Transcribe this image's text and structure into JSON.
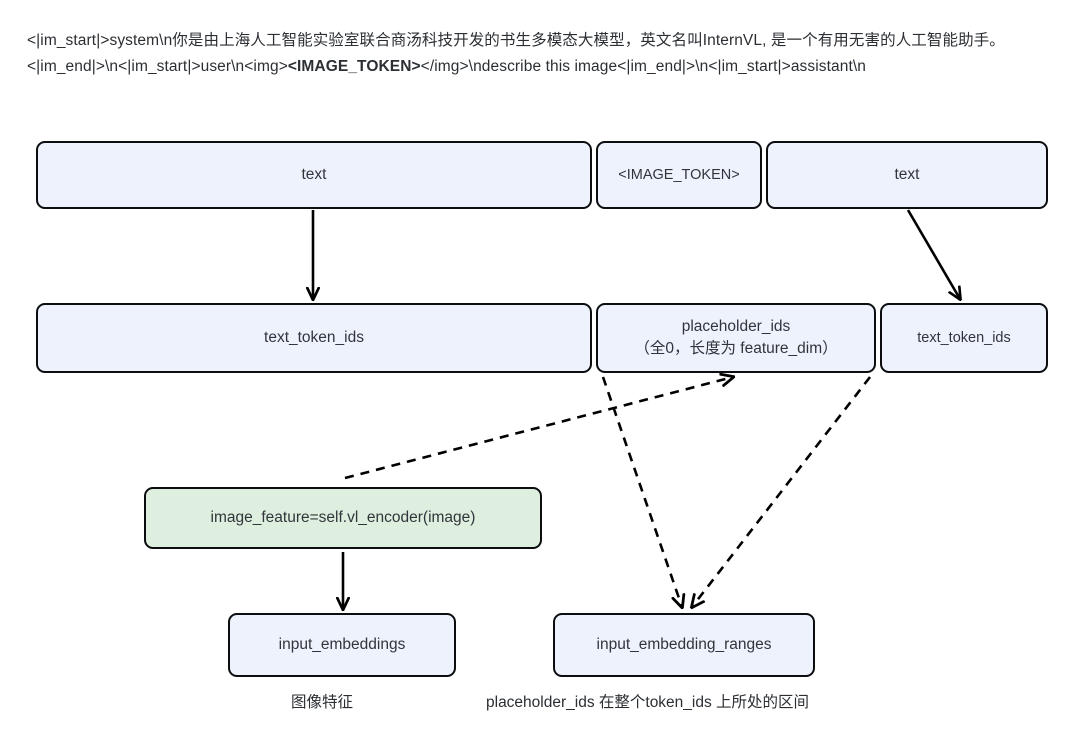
{
  "prompt": {
    "segments": [
      {
        "text": "<|im_start|>system\\n你是由上海人工智能实验室联合商汤科技开发的书生多模态大模型，英文名叫InternVL, 是一个有用无害的人工智能助手。<|im_end|>\\n<|im_start|>user\\n<img>",
        "bold": false
      },
      {
        "text": "<IMAGE_TOKEN>",
        "bold": true
      },
      {
        "text": "</img>\\ndescribe this image<|im_end|>\\n<|im_start|>assistant\\n",
        "bold": false
      }
    ],
    "full_text": "<|im_start|>system\\n你是由上海人工智能实验室联合商汤科技开发的书生多模态大模型，英文名叫InternVL, 是一个有用无害的人工智能助手。<|im_end|>\\n<|im_start|>user\\n<img><IMAGE_TOKEN></img>\\ndescribe this image<|im_end|>\\n<|im_start|>assistant\\n"
  },
  "nodes": {
    "row1": [
      {
        "id": "text-left",
        "label": "text"
      },
      {
        "id": "image-token",
        "label": "<IMAGE_TOKEN>"
      },
      {
        "id": "text-right",
        "label": "text"
      }
    ],
    "row2": [
      {
        "id": "text-token-ids-left",
        "label": "text_token_ids",
        "sublabel": ""
      },
      {
        "id": "placeholder-ids",
        "label": "placeholder_ids",
        "sublabel": "（全0，长度为 feature_dim）"
      },
      {
        "id": "text-token-ids-right",
        "label": "text_token_ids",
        "sublabel": ""
      }
    ],
    "encoder": {
      "id": "image-feature-encoder",
      "label": "image_feature=self.vl_encoder(image)"
    },
    "row4": [
      {
        "id": "input-embeddings",
        "label": "input_embeddings"
      },
      {
        "id": "input-embedding-ranges",
        "label": "input_embedding_ranges"
      }
    ]
  },
  "captions": {
    "image_feature": "图像特征",
    "ranges": "placeholder_ids 在整个token_ids 上所处的区间"
  },
  "colors": {
    "box_fill": "#eef2fc",
    "box_fill_green": "#deefe0",
    "box_stroke": "#0b0d0f",
    "text": "#31353a",
    "edge": "#000000",
    "background": "#ffffff"
  },
  "edges": [
    {
      "id": "text-left-to-token-ids",
      "style": "solid",
      "from": "text-left",
      "to": "text-token-ids-left"
    },
    {
      "id": "text-right-to-token-ids",
      "style": "solid",
      "from": "text-right",
      "to": "text-token-ids-right"
    },
    {
      "id": "encoder-to-input-embeddings",
      "style": "solid",
      "from": "image-feature-encoder",
      "to": "input-embeddings"
    },
    {
      "id": "encoder-to-placeholder-ids",
      "style": "dashed",
      "from": "image-feature-encoder",
      "to": "placeholder-ids"
    },
    {
      "id": "placeholder-ids-to-ranges",
      "style": "dashed",
      "from": "placeholder-ids",
      "to": "input-embedding-ranges"
    },
    {
      "id": "placeholder-right-to-ranges",
      "style": "dashed",
      "from": "placeholder-ids",
      "to": "input-embedding-ranges"
    }
  ]
}
